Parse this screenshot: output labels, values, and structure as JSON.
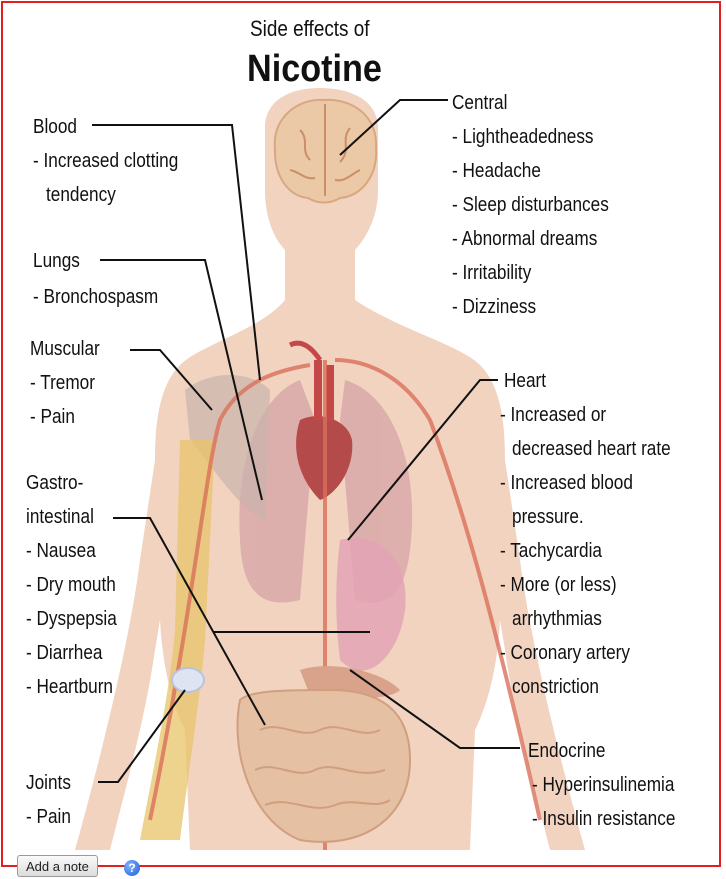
{
  "title": {
    "sub": "Side effects of",
    "main": "Nicotine"
  },
  "labels": {
    "blood": {
      "heading": "Blood",
      "items": [
        "- Increased clotting",
        "tendency"
      ]
    },
    "lungs": {
      "heading": "Lungs",
      "items": [
        "- Bronchospasm"
      ]
    },
    "muscular": {
      "heading": "Muscular",
      "items": [
        "- Tremor",
        "- Pain"
      ]
    },
    "gastro": {
      "heading1": "Gastro-",
      "heading2": "intestinal",
      "items": [
        "- Nausea",
        "- Dry mouth",
        "- Dyspepsia",
        "- Diarrhea",
        "- Heartburn"
      ]
    },
    "joints": {
      "heading": "Joints",
      "items": [
        "- Pain"
      ]
    },
    "central": {
      "heading": "Central",
      "items": [
        "- Lightheadedness",
        "- Headache",
        "- Sleep disturbances",
        "- Abnormal dreams",
        "- Irritability",
        "- Dizziness"
      ]
    },
    "heart": {
      "heading": "Heart",
      "items": [
        "- Increased or",
        "decreased heart rate",
        "- Increased blood",
        "pressure.",
        "- Tachycardia",
        "- More (or less)",
        "arrhythmias",
        "- Coronary artery",
        "constriction"
      ]
    },
    "endocrine": {
      "heading": "Endocrine",
      "items": [
        "- Hyperinsulinemia",
        "- Insulin resistance"
      ]
    }
  },
  "controls": {
    "add_note": "Add a note",
    "help_glyph": "?"
  },
  "colors": {
    "border": "#e02020",
    "skin": "#f1d3c0",
    "vessel": "#d9705a",
    "organ": "#c25a5a",
    "bone": "#e8c46a"
  }
}
